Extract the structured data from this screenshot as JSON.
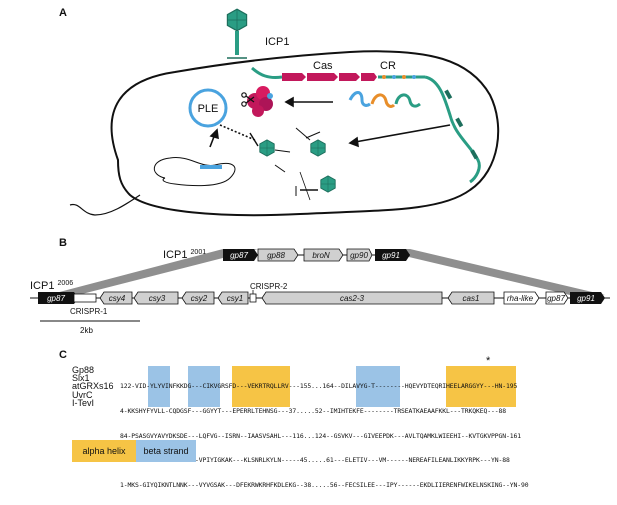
{
  "panels": {
    "a": "A",
    "b": "B",
    "c": "C"
  },
  "panel_a": {
    "icp1_label": "ICP1",
    "cas_label": "Cas",
    "cr_label": "CR",
    "ple_label": "PLE"
  },
  "panel_b": {
    "top_label": "ICP1",
    "top_sup": "2001",
    "bottom_label": "ICP1",
    "bottom_sup": "2006",
    "crispr1": "CRISPR-1",
    "crispr2": "CRISPR-2",
    "scale": "2kb",
    "top_genes": [
      "gp87",
      "gp88",
      "broN",
      "gp90",
      "gp91"
    ],
    "bottom_genes": [
      "gp87",
      "csy4",
      "csy3",
      "csy2",
      "csy1",
      "cas2-3",
      "cas1",
      "rha-like",
      "gp87",
      "gp91"
    ]
  },
  "panel_c": {
    "star": "*",
    "names": [
      "Gp88",
      "Slx1",
      "atGRXs16",
      "UvrC",
      "I-TevI"
    ],
    "rows": [
      "122-VID-YLYVINFKKDG---CIKVGRSFD---VEKRTRQLLRV---155...164--DILAVYG-T--------HQEVYDTEQRIHEELARGGYY---HN-195",
      "4-KKSHYFYVLL-CQDGSF---GGYYT---EPERRLTEHNSG---37.....52--IMIHTEKFE--------TRSEATKAEAAFKKL---TRKQKEQ---88",
      "84-PSASGVYAVYDKSDE---LQFVG--ISRN--IAASVSAHL---116...124--GSVKV---GIVEEPDK---AVLTQAMKLWIEEHI--KVTGKVPPGN-161",
      "14-EEP-GVYIFKNKG-----VPIYIGKAK---KLSNRLKYLN-----45.....61---ELETIV---VM------NEREAFILEANLIKKYRPK---YN-88",
      "1-MKS-GIYQIKNTLNNK---VYVGSAK---DFEKRWKRHFKDLEKG--38.....56--FECSILEE---IPY------EKDLIIERENFWIKELNSKING--YN-90"
    ],
    "legend_helix": "alpha helix",
    "legend_strand": "beta strand"
  },
  "colors": {
    "phage_teal": "#2a9d84",
    "cas_magenta": "#c2185b",
    "helix": "#f6c445",
    "strand": "#9bc3e6",
    "gray_band": "#8f8f8f"
  }
}
